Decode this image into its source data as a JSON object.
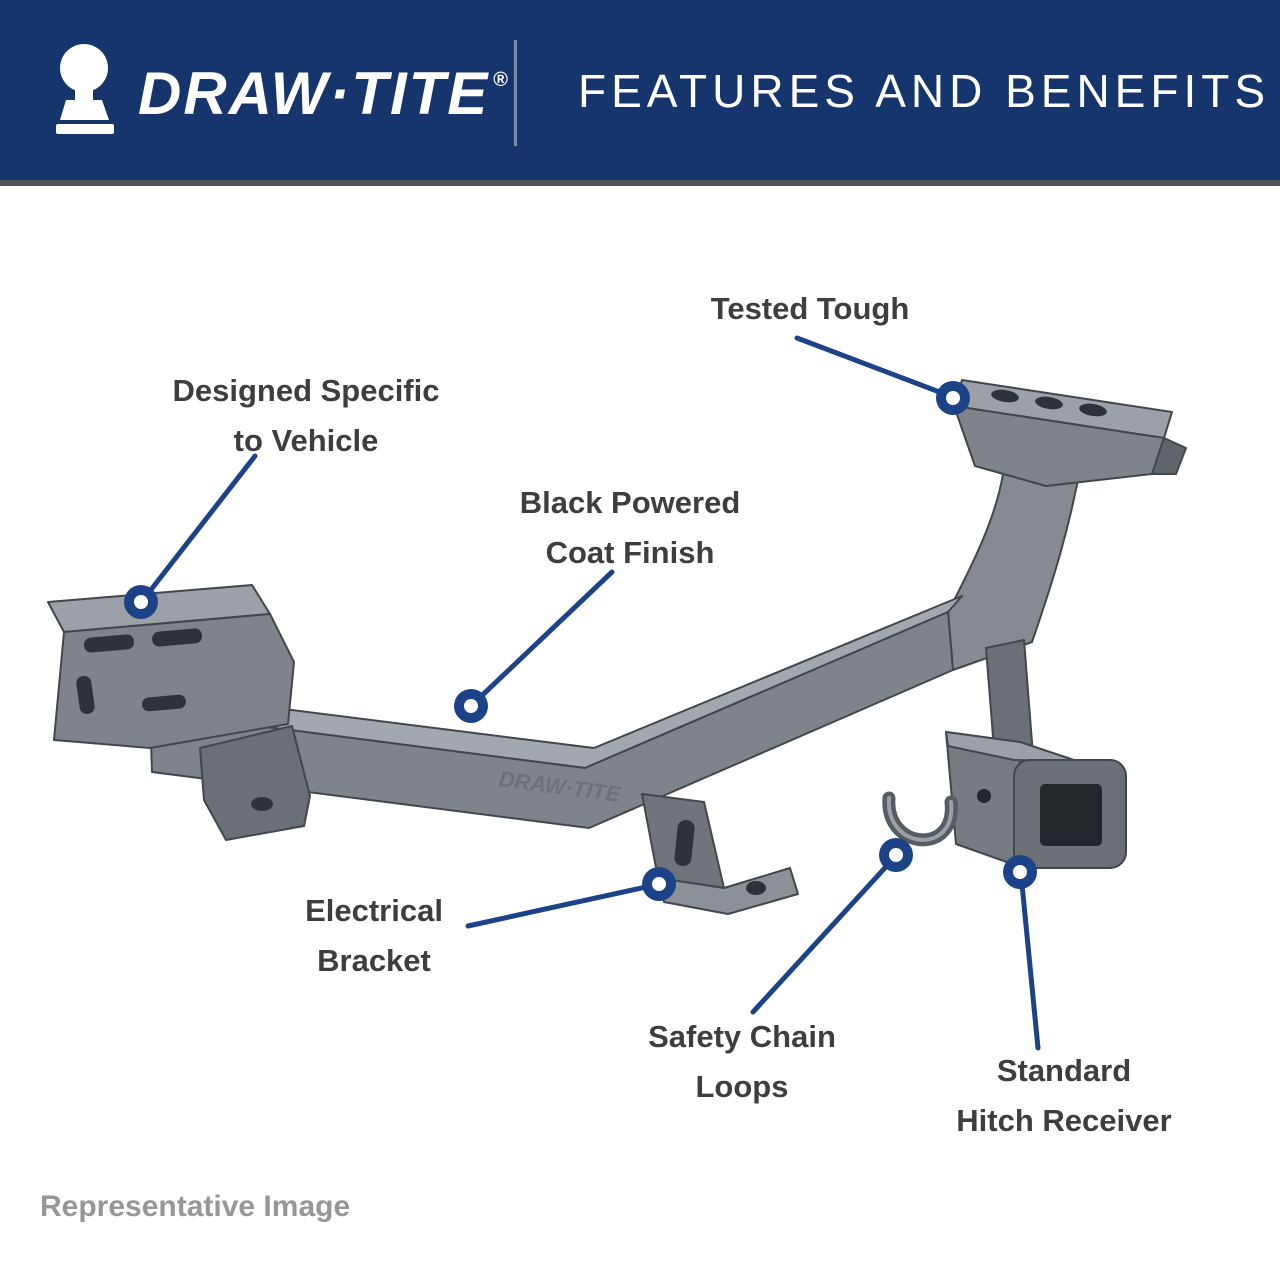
{
  "header": {
    "brand": "DRAW·TITE",
    "registered_mark": "®",
    "title": "FEATURES AND BENEFITS"
  },
  "illustration": {
    "name": "trailer-hitch-product-render",
    "beam_stamp": "DRAW·TITE"
  },
  "callouts": [
    {
      "id": "tested-tough",
      "lines": [
        "Tested Tough"
      ]
    },
    {
      "id": "designed-specific",
      "lines": [
        "Designed Specific",
        "to Vehicle"
      ]
    },
    {
      "id": "black-powder-coat",
      "lines": [
        "Black Powered",
        "Coat Finish"
      ]
    },
    {
      "id": "electrical-bracket",
      "lines": [
        "Electrical",
        "Bracket"
      ]
    },
    {
      "id": "safety-chain-loops",
      "lines": [
        "Safety Chain",
        "Loops"
      ]
    },
    {
      "id": "standard-hitch-receiver",
      "lines": [
        "Standard",
        "Hitch Receiver"
      ]
    }
  ],
  "footer_note": "Representative Image",
  "colors": {
    "header_bg": "#16356C",
    "header_border": "#50555B",
    "accent": "#1C4288",
    "label_text": "#3E3E40",
    "note_text": "#97979A",
    "steel_light": "#9BA1A7",
    "steel_mid": "#7E848A",
    "steel_dark": "#5F656B"
  }
}
